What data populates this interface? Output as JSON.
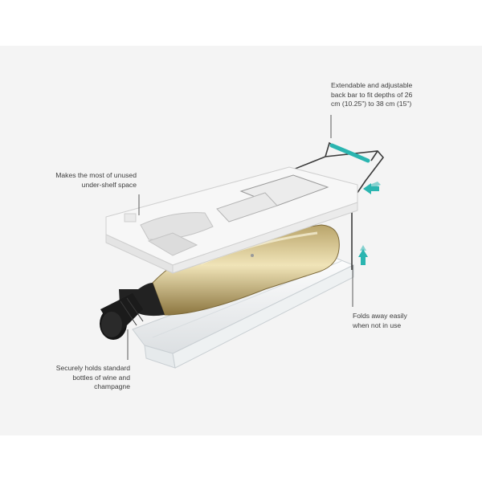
{
  "captions": {
    "back_bar": [
      "Extendable and adjustable",
      "back bar to fit depths of 26",
      "cm (10.25\") to 38 cm (15\")"
    ],
    "shelf_space": [
      "Makes the most of unused",
      "under-shelf space"
    ],
    "folds": [
      "Folds away easily",
      "when not in use"
    ],
    "holds": [
      "Securely holds standard",
      "bottles of wine and",
      "champagne"
    ]
  },
  "colors": {
    "accent": "#2ab5b0",
    "rack": "#f7f7f7",
    "bottle_neck": "#151515",
    "wine": "#d6c58f"
  },
  "icons": {
    "extend_arrows": "double-arrow-icon",
    "fold_arrows": "double-arrow-icon"
  }
}
